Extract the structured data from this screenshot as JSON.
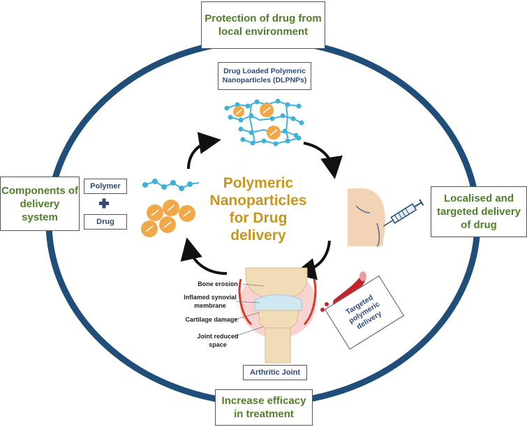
{
  "boxes": {
    "top": "Protection of drug from local environment",
    "left": "Components of delivery system",
    "right": "Localised and targeted delivery of drug",
    "bottom": "Increase efficacy in treatment"
  },
  "center_title": "Polymeric Nanoparticles for Drug delivery",
  "dlpnp_label": "Drug Loaded Polymeric Nanoparticles (DLPNPs)",
  "polymer_label": "Polymer",
  "drug_label": "Drug",
  "joint_labels": {
    "bone_erosion": "Bone erosion",
    "inflamed": "Inflamed synovial membrane",
    "cartilage": "Cartilage damage",
    "joint_space": "Joint reduced space"
  },
  "arthritic_label": "Arthritic Joint",
  "targeted_label": "Targeted polymeric delivery",
  "colors": {
    "ring": "#1f4e79",
    "green_text": "#4f7f2a",
    "blue_text": "#2d4a7a",
    "gold_text": "#c8961e",
    "bead": "#3fb0d8",
    "drug": "#f0a848"
  }
}
